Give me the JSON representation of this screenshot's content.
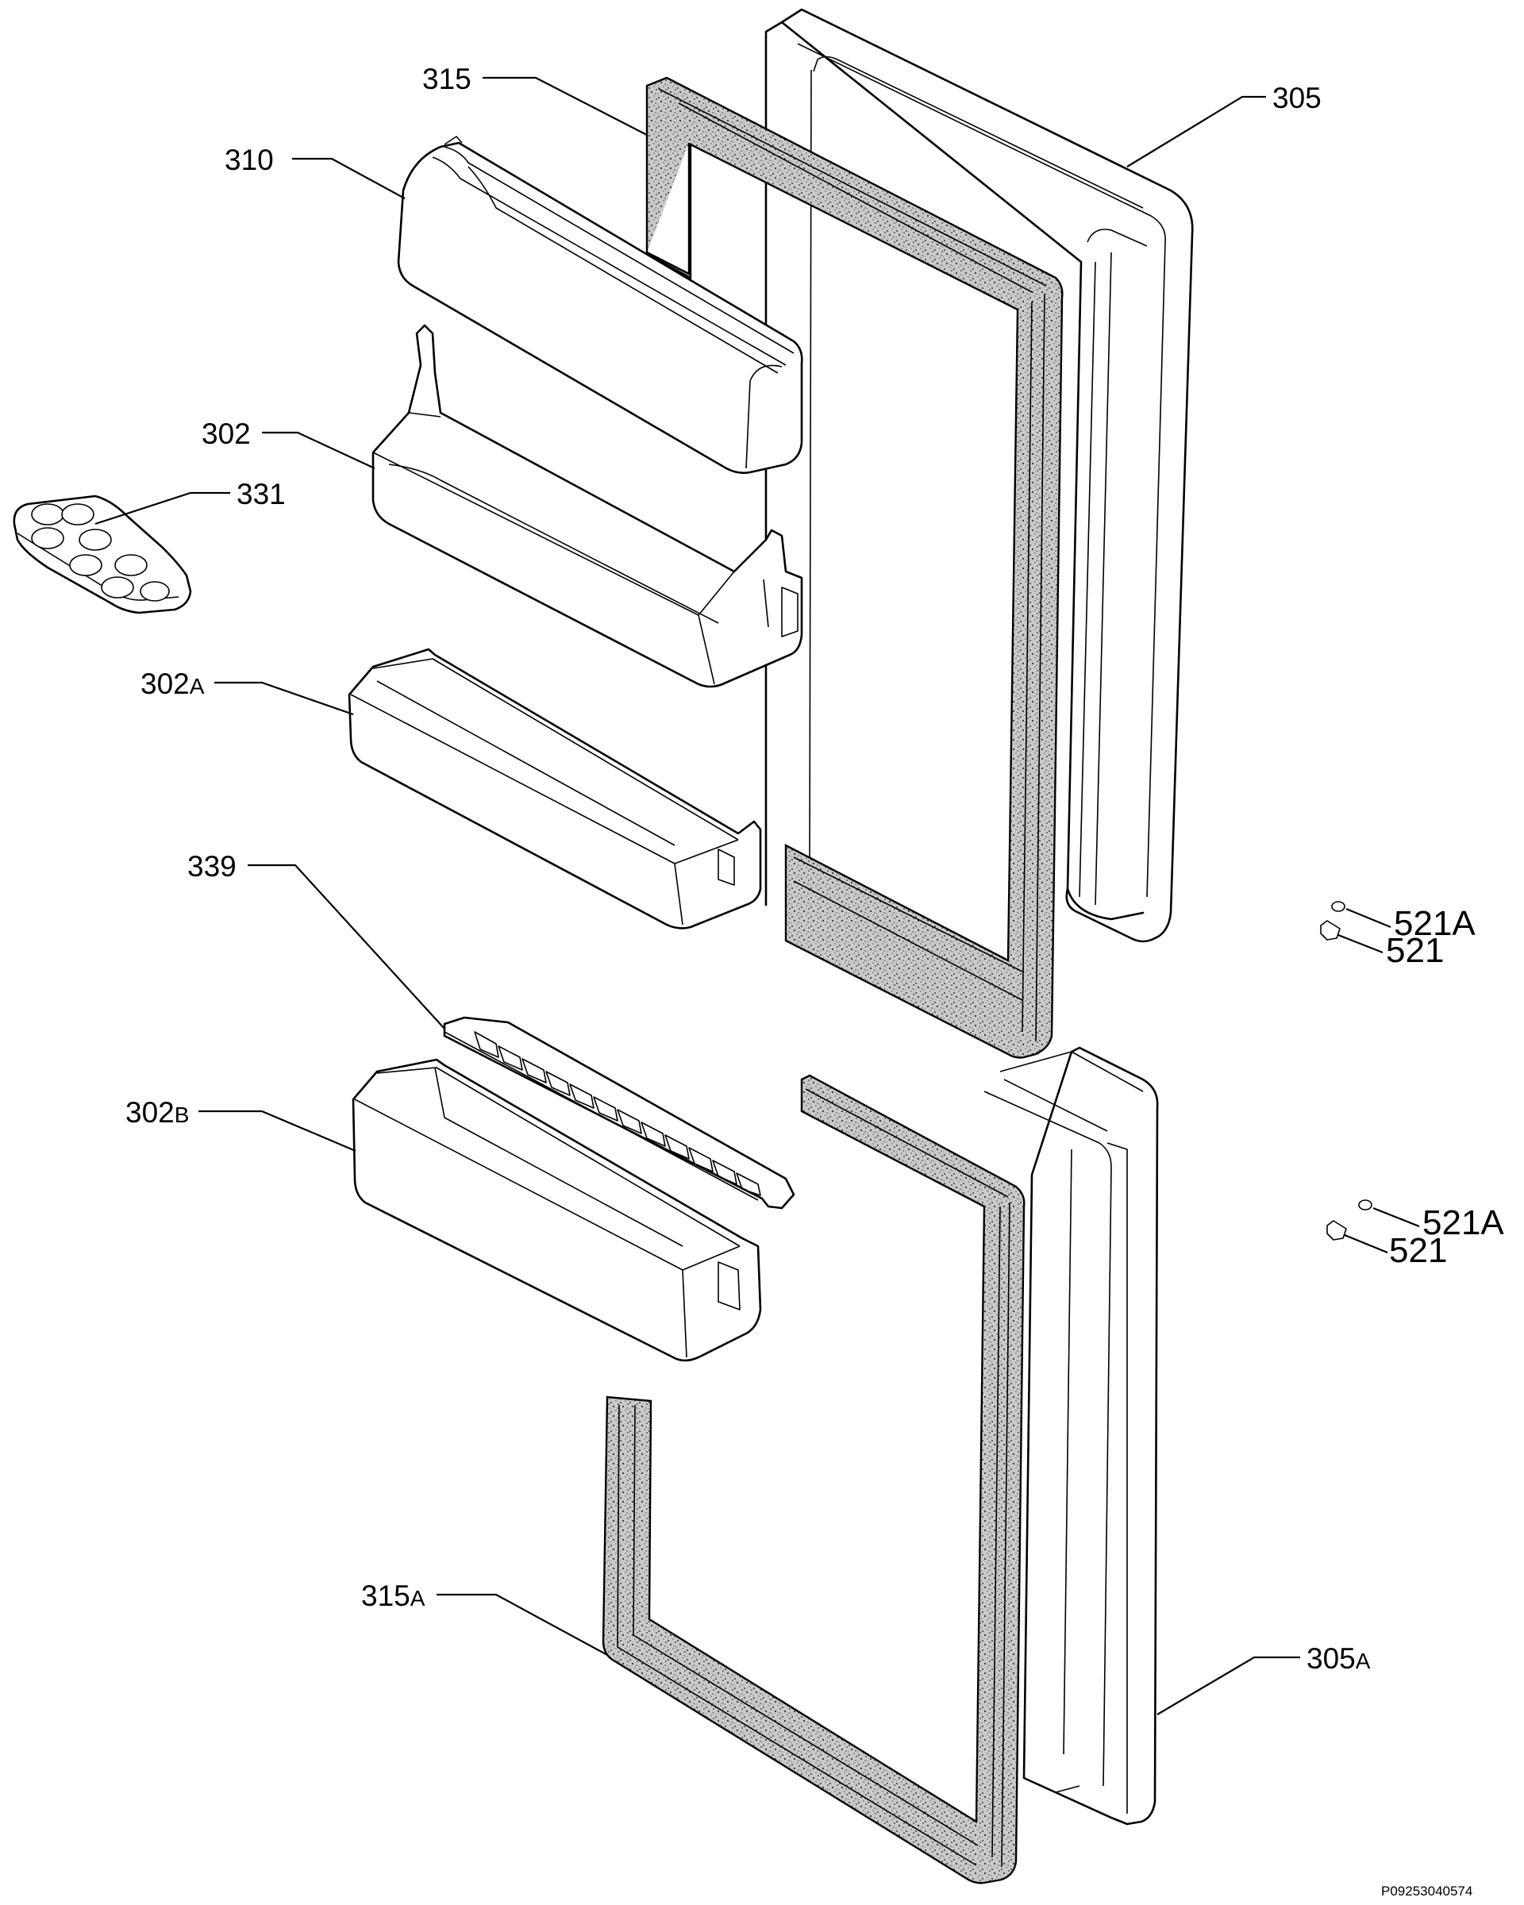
{
  "labels": {
    "p315": "315",
    "p305": "305",
    "p310": "310",
    "p302": "302",
    "p331": "331",
    "p302a": "302",
    "p302a_suffix": "A",
    "p339": "339",
    "p302b": "302",
    "p302b_suffix": "B",
    "p315a": "315",
    "p315a_suffix": "A",
    "p305a": "305",
    "p305a_suffix": "A",
    "p521a_top": "521A",
    "p521_top": "521",
    "p521a_bottom": "521A",
    "p521_bottom": "521"
  },
  "drawing_code": "P09253040574"
}
